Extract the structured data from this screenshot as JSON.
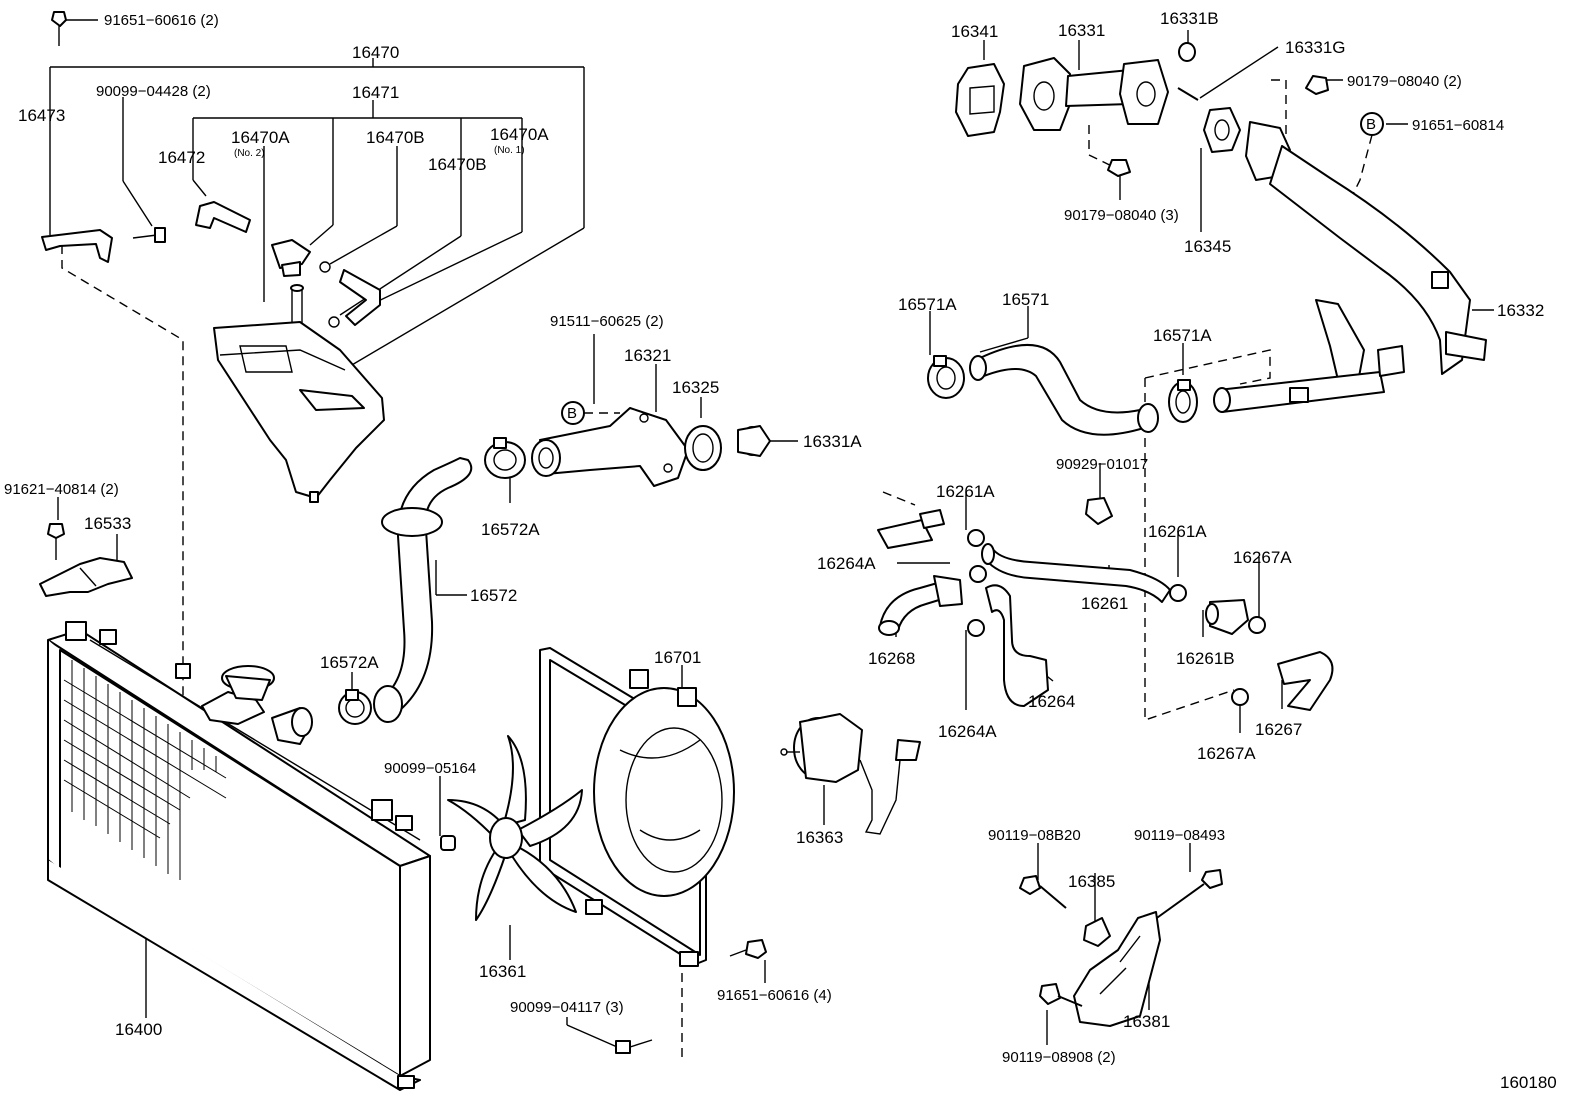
{
  "labels": {
    "p91651_60616_2": "91651−60616 (2)",
    "p16470": "16470",
    "p90099_04428_2": "90099−04428 (2)",
    "p16471": "16471",
    "p16473": "16473",
    "p16470A_no2": "16470A",
    "no2": "(No. 2)",
    "p16470B_a": "16470B",
    "p16470A_no1": "16470A",
    "no1": "(No. 1)",
    "p16472": "16472",
    "p16470B_b": "16470B",
    "p91511_60625_2": "91511−60625 (2)",
    "p16321": "16321",
    "p16325": "16325",
    "p16331A": "16331A",
    "p91621_40814_2": "91621−40814 (2)",
    "p16533": "16533",
    "p16572A_a": "16572A",
    "p16572": "16572",
    "p16572A_b": "16572A",
    "p16341": "16341",
    "p16331": "16331",
    "p16331B": "16331B",
    "p16331G": "16331G",
    "p90179_08040_2": "90179−08040 (2)",
    "p91651_60814": "91651−60814",
    "p90179_08040_3": "90179−08040 (3)",
    "p16345": "16345",
    "p16332": "16332",
    "p16571A_a": "16571A",
    "p16571": "16571",
    "p16571A_b": "16571A",
    "p16261A_a": "16261A",
    "p90929_01017": "90929−01017",
    "p16261A_b": "16261A",
    "p16267A_a": "16267A",
    "p16264A_a": "16264A",
    "p16261": "16261",
    "p16268": "16268",
    "p16261B": "16261B",
    "p16264": "16264",
    "p16264A_b": "16264A",
    "p16267": "16267",
    "p16267A_b": "16267A",
    "p16701": "16701",
    "p90099_05164": "90099−05164",
    "p16363": "16363",
    "p16361": "16361",
    "p16400": "16400",
    "p90099_04117_3": "90099−04117 (3)",
    "p91651_60616_4": "91651−60616 (4)",
    "p90119_08B20": "90119−08B20",
    "p90119_08493": "90119−08493",
    "p16385": "16385",
    "p16381": "16381",
    "p90119_08908_2": "90119−08908 (2)",
    "diagram_number": "160180",
    "markerB_a": "B",
    "markerB_b": "B"
  },
  "icons": {
    "marker": "circled-letter-b"
  }
}
